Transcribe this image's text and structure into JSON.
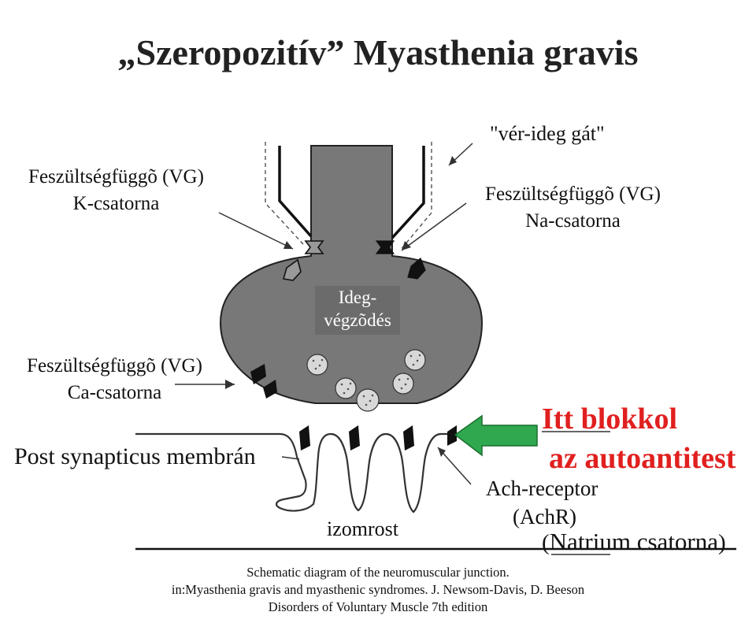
{
  "title": "„Szeropozitív” Myasthenia gravis",
  "labels": {
    "ver_ideg": "\"vér-ideg gát\"",
    "vg_k_line1": "Feszültségfüggõ (VG)",
    "vg_k_line2": "K-csatorna",
    "vg_na_line1": "Feszültségfüggõ (VG)",
    "vg_na_line2": "Na-csatorna",
    "ideg_line1": "Ideg-",
    "ideg_line2": "végzõdés",
    "vg_ca_line1": "Feszültségfüggõ (VG)",
    "vg_ca_line2": "Ca-csatorna",
    "post_synapticus": "Post synapticus membrán",
    "itt_blokkol": "Itt blokkol",
    "az_autoantitest": "az autoantitest",
    "achr_line1": "Ach-receptor",
    "achr_line2": "(AchR)",
    "natrium_open": "(",
    "natrium_main": "Natrium csatorna",
    "natrium_close": ")",
    "izomrost": "izomrost"
  },
  "caption": {
    "line1": "Schematic diagram of the neuromuscular junction.",
    "line2": "in:Myasthenia gravis and myasthenic syndromes. J. Newsom-Davis, D. Beeson",
    "line3": "Disorders of Voluntary Muscle 7th edition"
  },
  "colors": {
    "nerve": "#787878",
    "ideg_box": "#6b6b6b",
    "highlight_text": "#e0201f",
    "arrow": "#2fa84f"
  }
}
